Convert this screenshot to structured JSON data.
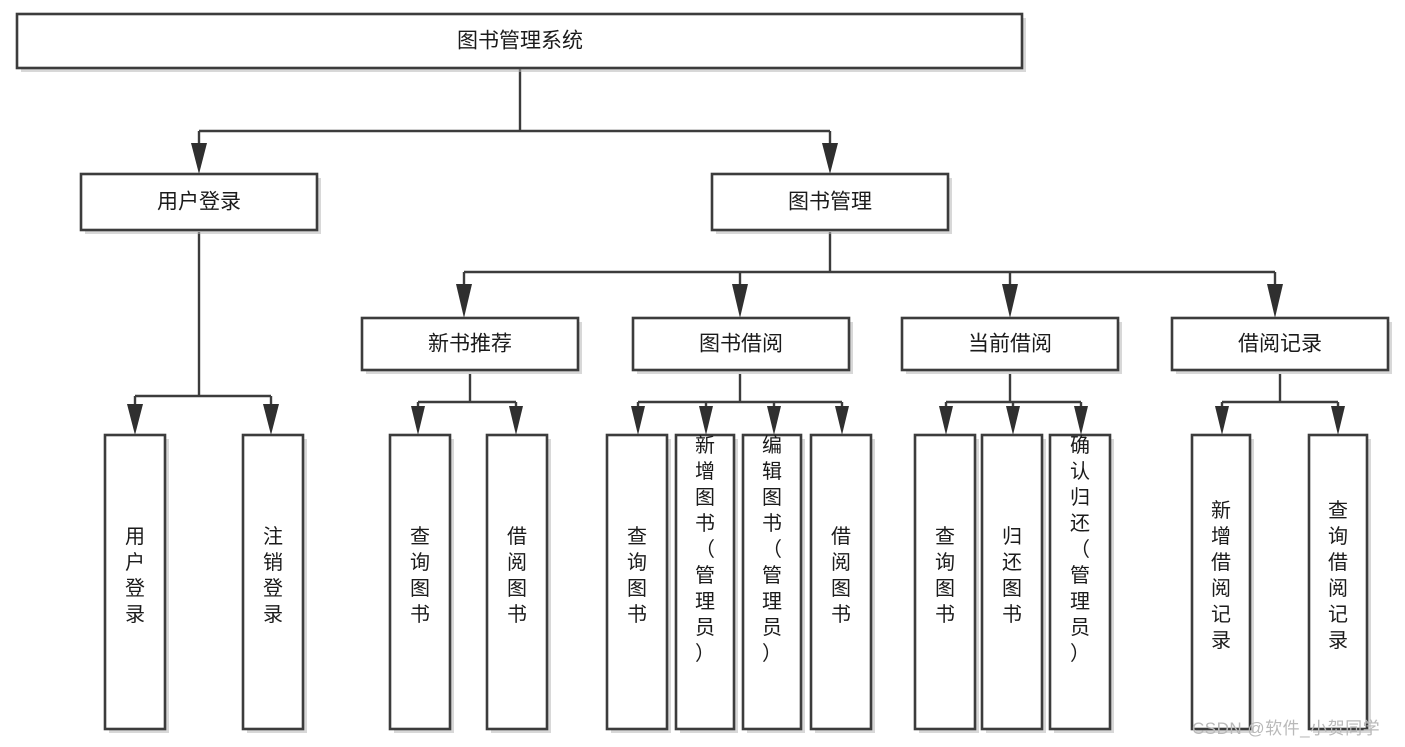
{
  "diagram": {
    "type": "tree-hierarchy-chart",
    "title": "图书管理系统",
    "background_color": "#ffffff",
    "box_stroke_color": "#3c3c3c",
    "text_color": "#1b1b1b",
    "connector_color": "#3c3c3c",
    "levels": [
      {
        "level": 1,
        "nodes": [
          {
            "id": "root",
            "label": "图书管理系统",
            "orientation": "horizontal"
          }
        ]
      },
      {
        "level": 2,
        "nodes": [
          {
            "id": "user-login",
            "label": "用户登录",
            "orientation": "horizontal",
            "parent": "root"
          },
          {
            "id": "book-manage",
            "label": "图书管理",
            "orientation": "horizontal",
            "parent": "root"
          }
        ]
      },
      {
        "level": 3,
        "nodes": [
          {
            "id": "new-book-recommend",
            "label": "新书推荐",
            "orientation": "horizontal",
            "parent": "book-manage"
          },
          {
            "id": "book-borrow",
            "label": "图书借阅",
            "orientation": "horizontal",
            "parent": "book-manage"
          },
          {
            "id": "current-borrow",
            "label": "当前借阅",
            "orientation": "horizontal",
            "parent": "book-manage"
          },
          {
            "id": "borrow-record",
            "label": "借阅记录",
            "orientation": "horizontal",
            "parent": "book-manage"
          }
        ]
      },
      {
        "level": 4,
        "nodes": [
          {
            "id": "leaf-user-login",
            "label": "用户登录",
            "orientation": "vertical",
            "parent": "user-login"
          },
          {
            "id": "leaf-user-logout",
            "label": "注销登录",
            "orientation": "vertical",
            "parent": "user-login"
          },
          {
            "id": "leaf-query-book-1",
            "label": "查询图书",
            "orientation": "vertical",
            "parent": "new-book-recommend"
          },
          {
            "id": "leaf-borrow-book-1",
            "label": "借阅图书",
            "orientation": "vertical",
            "parent": "new-book-recommend"
          },
          {
            "id": "leaf-query-book-2",
            "label": "查询图书",
            "orientation": "vertical",
            "parent": "book-borrow"
          },
          {
            "id": "leaf-add-book",
            "label": "新增图书（管理员）",
            "orientation": "vertical",
            "parent": "book-borrow"
          },
          {
            "id": "leaf-edit-book",
            "label": "编辑图书（管理员）",
            "orientation": "vertical",
            "parent": "book-borrow"
          },
          {
            "id": "leaf-borrow-book-2",
            "label": "借阅图书",
            "orientation": "vertical",
            "parent": "book-borrow"
          },
          {
            "id": "leaf-query-book-3",
            "label": "查询图书",
            "orientation": "vertical",
            "parent": "current-borrow"
          },
          {
            "id": "leaf-return-book",
            "label": "归还图书",
            "orientation": "vertical",
            "parent": "current-borrow"
          },
          {
            "id": "leaf-confirm-return",
            "label": "确认归还（管理员）",
            "orientation": "vertical",
            "parent": "current-borrow"
          },
          {
            "id": "leaf-add-record",
            "label": "新增借阅记录",
            "orientation": "vertical",
            "parent": "borrow-record"
          },
          {
            "id": "leaf-query-record",
            "label": "查询借阅记录",
            "orientation": "vertical",
            "parent": "borrow-record"
          }
        ]
      }
    ]
  },
  "labels": {
    "root": "图书管理系统",
    "user_login": "用户登录",
    "book_manage": "图书管理",
    "new_book_recommend": "新书推荐",
    "book_borrow": "图书借阅",
    "current_borrow": "当前借阅",
    "borrow_record": "借阅记录",
    "leaf_user_login": "用户登录",
    "leaf_user_logout": "注销登录",
    "leaf_query_book_1": "查询图书",
    "leaf_borrow_book_1": "借阅图书",
    "leaf_query_book_2": "查询图书",
    "leaf_add_book": "新增图书（管理员）",
    "leaf_edit_book": "编辑图书（管理员）",
    "leaf_borrow_book_2": "借阅图书",
    "leaf_query_book_3": "查询图书",
    "leaf_return_book": "归还图书",
    "leaf_confirm_return": "确认归还（管理员）",
    "leaf_add_record": "新增借阅记录",
    "leaf_query_record": "查询借阅记录"
  },
  "watermark": {
    "text": "CSDN @软件_小贺同学",
    "color": "#b9b9b9"
  }
}
